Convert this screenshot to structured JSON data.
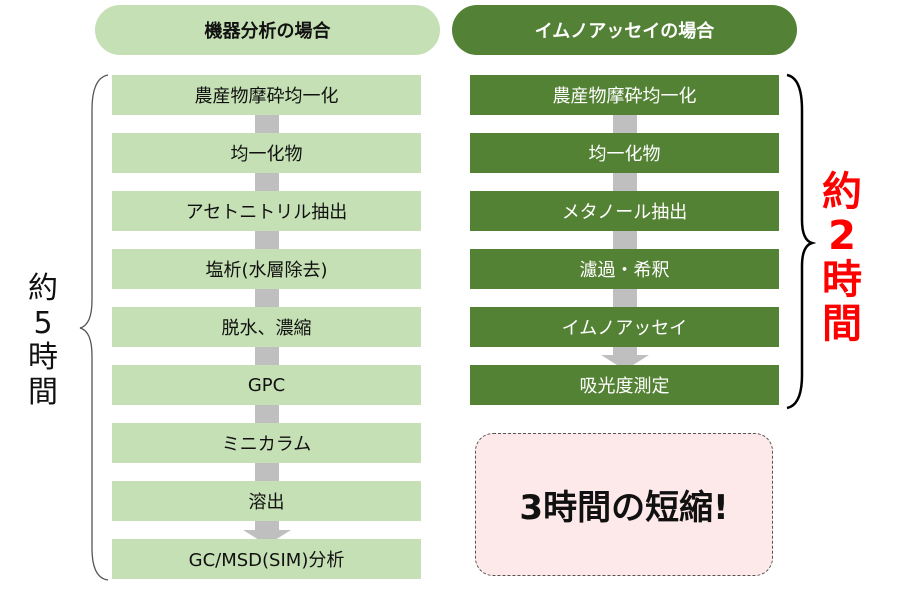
{
  "left": {
    "header": "機器分析の場合",
    "steps": [
      "農産物摩砕均一化",
      "均一化物",
      "アセトニトリル抽出",
      "塩析(水層除去)",
      "脱水、濃縮",
      "GPC",
      "ミニカラム",
      "溶出",
      "GC/MSD(SIM)分析"
    ],
    "duration_chars": [
      "約",
      "5",
      "時",
      "間"
    ]
  },
  "right": {
    "header": "イムノアッセイの場合",
    "steps": [
      "農産物摩砕均一化",
      "均一化物",
      "メタノール抽出",
      "濾過・希釈",
      "イムノアッセイ",
      "吸光度測定"
    ],
    "duration_chars": [
      "約",
      "2",
      "時",
      "間"
    ]
  },
  "summary": "3時間の短縮!",
  "colors": {
    "light_green": "#c5e0b4",
    "dark_green": "#548235",
    "arrow": "#bfbfbf",
    "red": "#ff0000",
    "pink": "#fde9e9"
  }
}
